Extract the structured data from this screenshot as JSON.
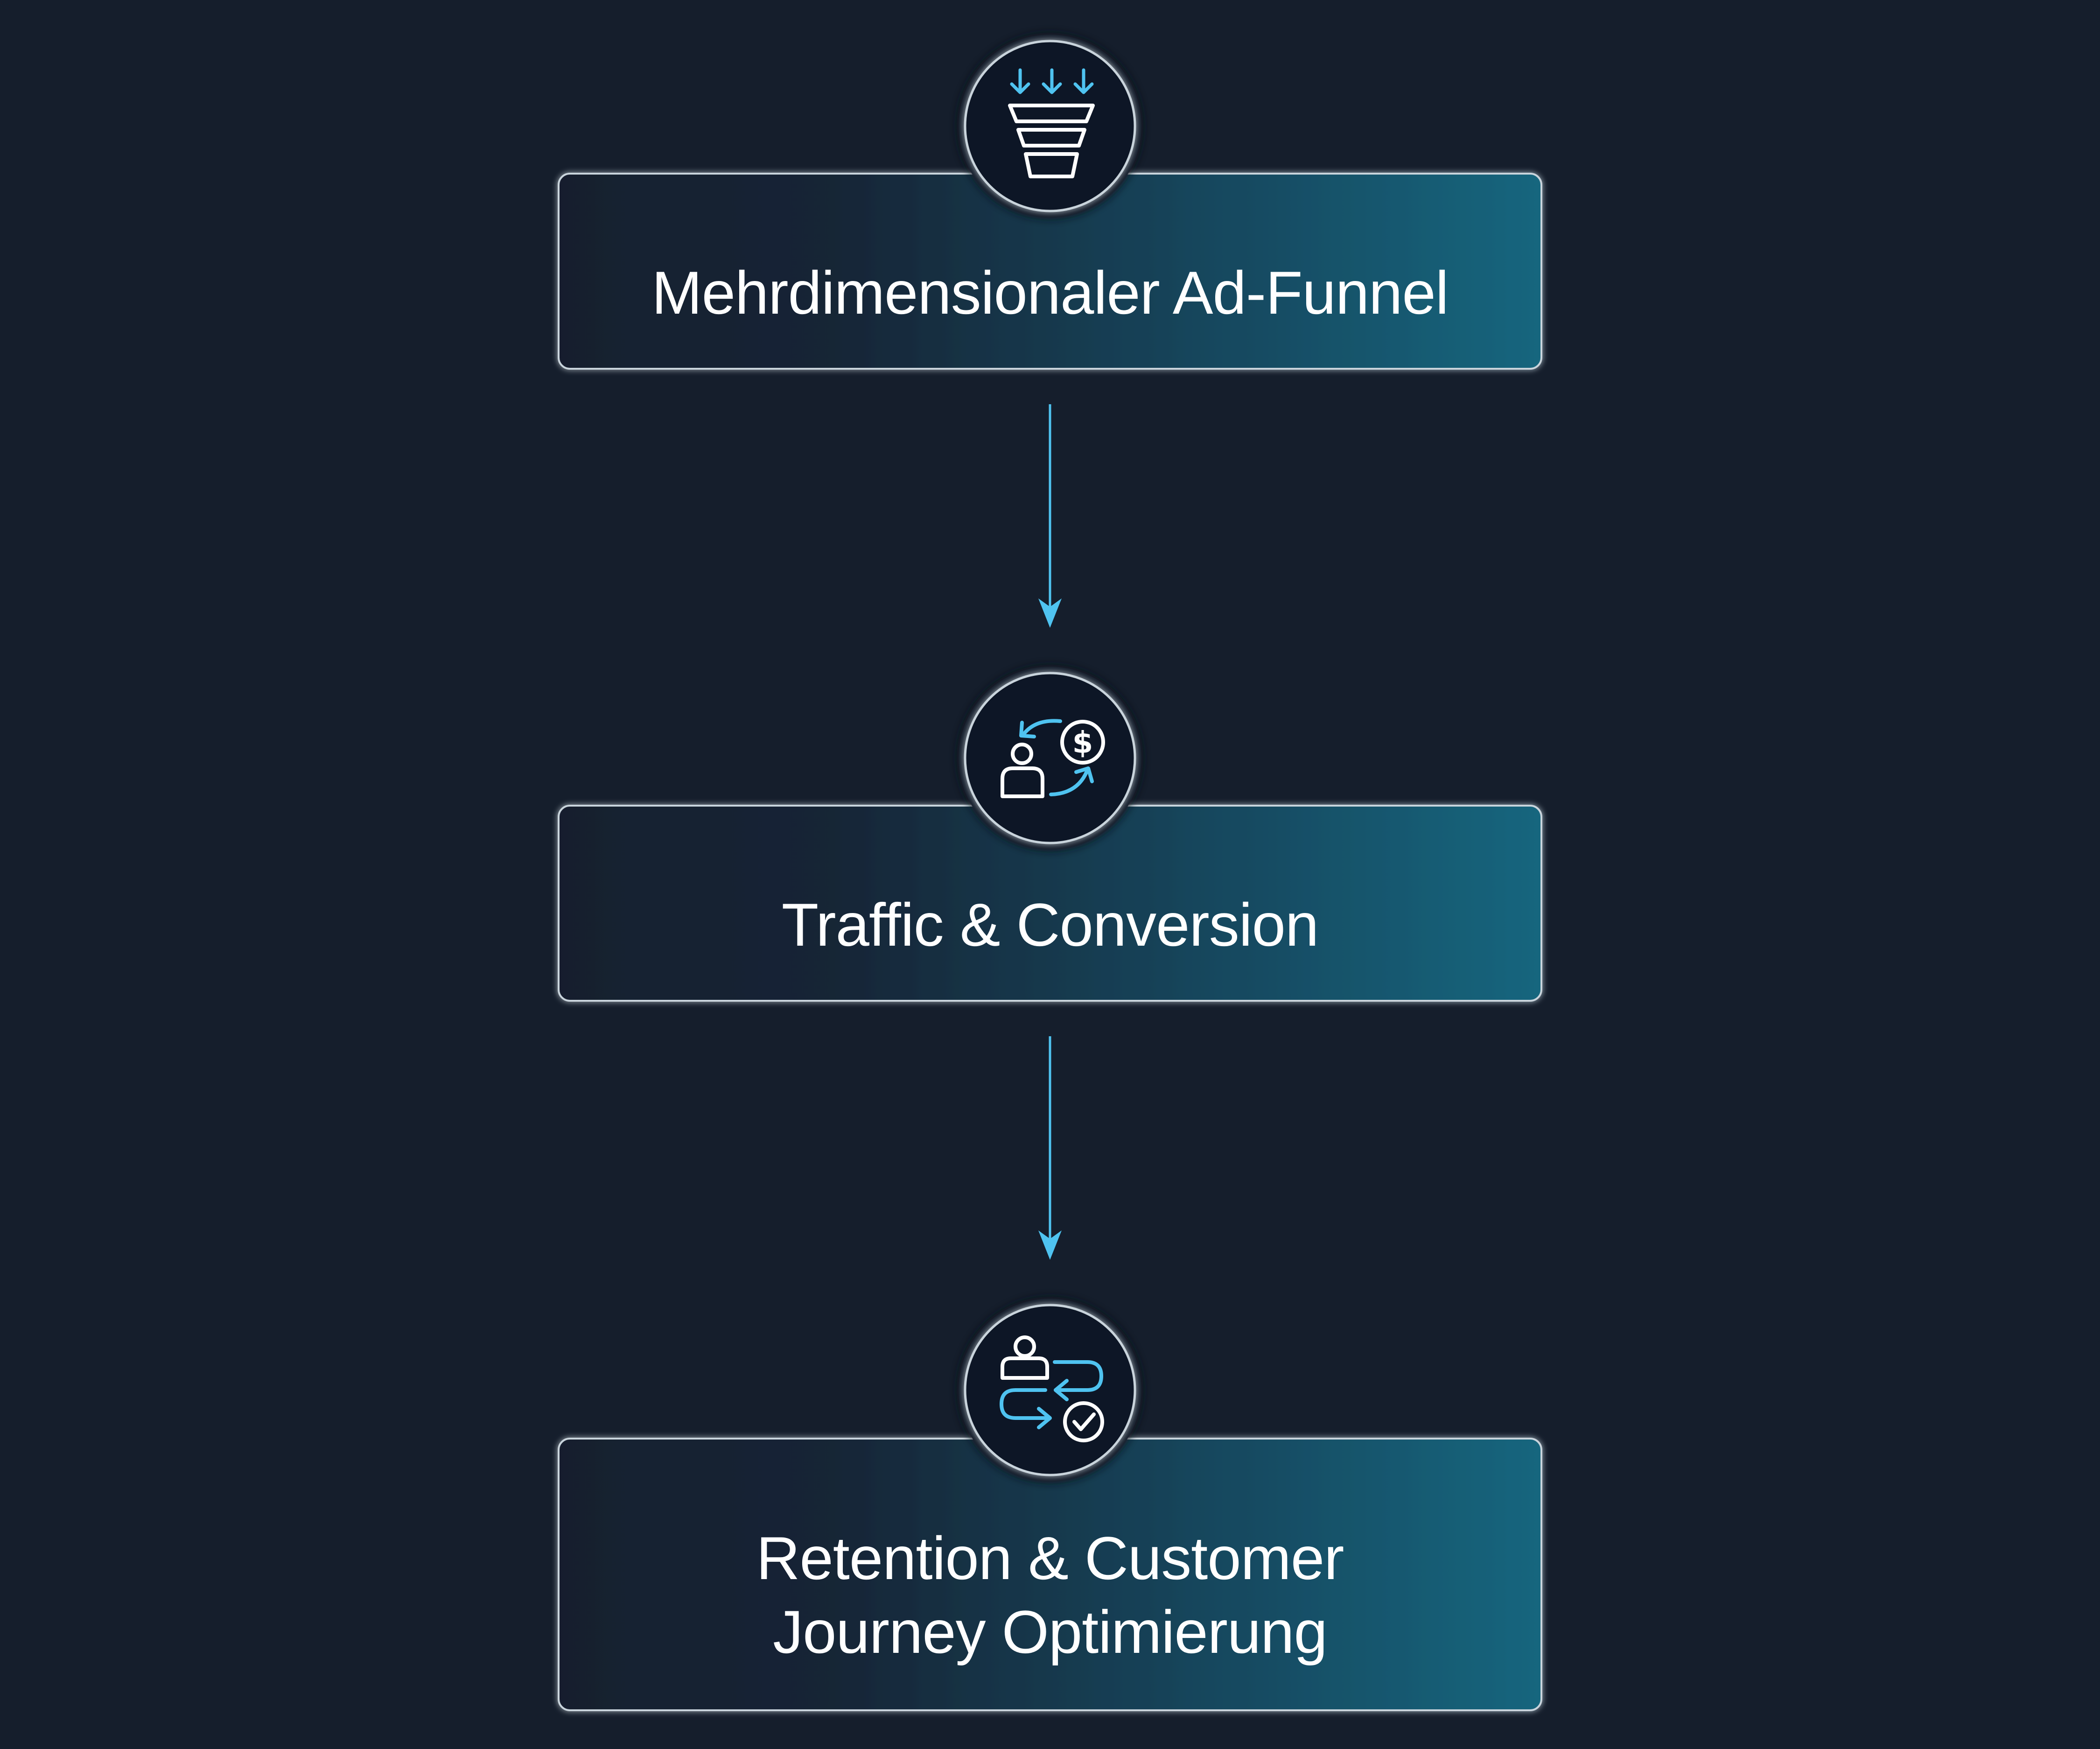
{
  "steps": [
    {
      "lines": [
        "Mehrdimensionaler Ad-Funnel"
      ],
      "icon": "funnel-icon"
    },
    {
      "lines": [
        "Traffic & Conversion"
      ],
      "icon": "user-money-exchange-icon"
    },
    {
      "lines": [
        "Retention & Customer",
        "Journey Optimierung"
      ],
      "icon": "user-journey-check-icon"
    }
  ],
  "colors": {
    "background": "#151e2c",
    "accent": "#4fc3f0",
    "card_dark": "#141f2e",
    "card_light": "#12667e",
    "text": "#ffffff"
  }
}
